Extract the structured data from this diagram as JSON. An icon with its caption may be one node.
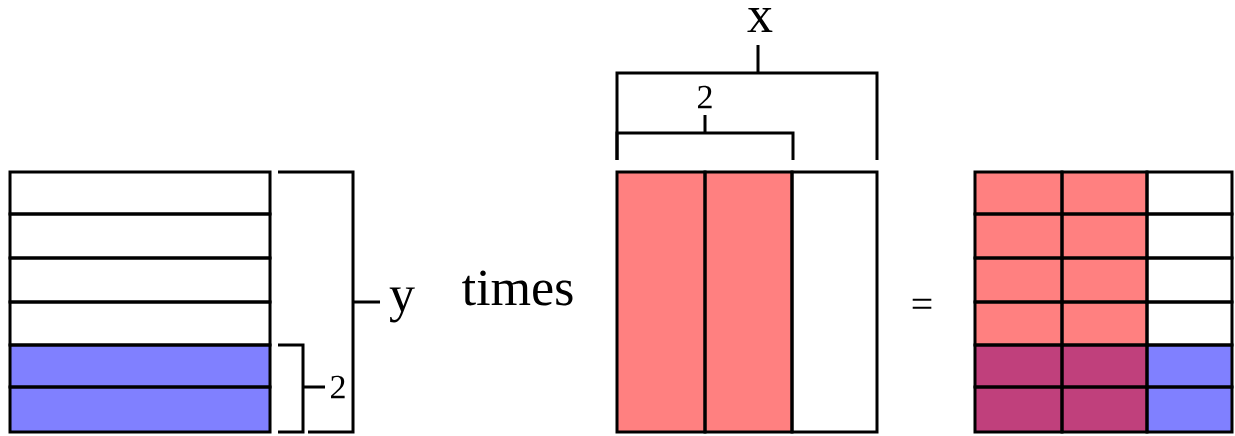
{
  "diagram": {
    "labels": [
      "x",
      "2",
      "y",
      "times",
      "=",
      "2"
    ]
  }
}
